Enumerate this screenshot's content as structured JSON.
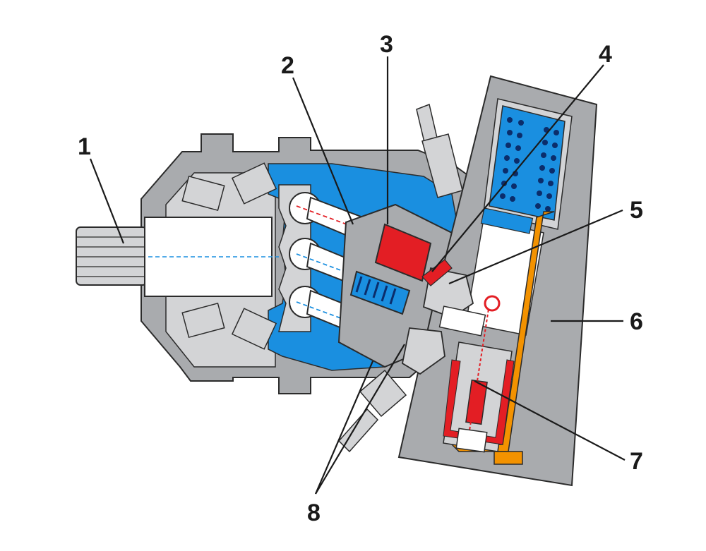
{
  "callouts": [
    {
      "id": "c1",
      "label": "1"
    },
    {
      "id": "c2",
      "label": "2"
    },
    {
      "id": "c3",
      "label": "3"
    },
    {
      "id": "c4",
      "label": "4"
    },
    {
      "id": "c5",
      "label": "5"
    },
    {
      "id": "c6",
      "label": "6"
    },
    {
      "id": "c7",
      "label": "7"
    },
    {
      "id": "c8",
      "label": "8"
    }
  ],
  "colors": {
    "housing_gray": "#a9abae",
    "housing_light": "#d3d4d6",
    "oil_blue": "#1a8fe0",
    "hot_red": "#e31e24",
    "control_orange": "#f39200",
    "spring_dark": "#0b2d6b",
    "outline": "#2b2b2b"
  }
}
